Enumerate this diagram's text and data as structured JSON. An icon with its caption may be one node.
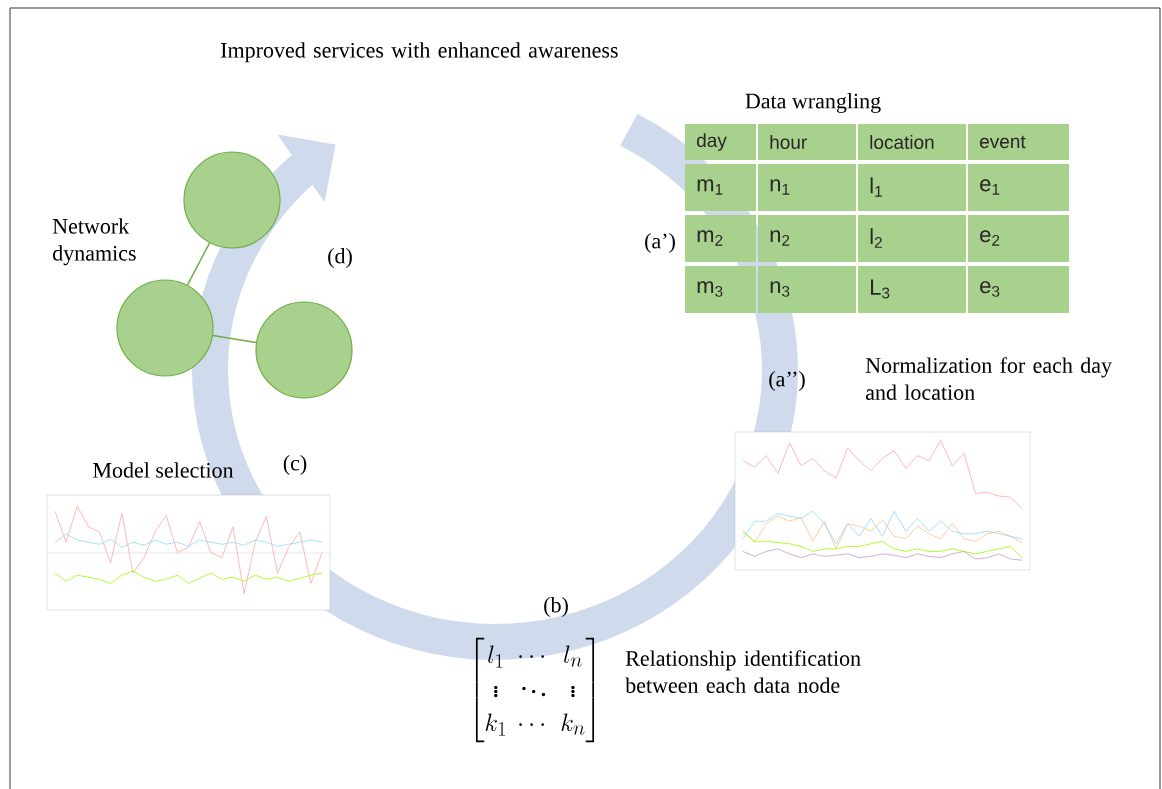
{
  "diagram": {
    "nodes": [
      {
        "text": [],
        "shape": "circle"
      },
      {
        "text": [],
        "shape": "circle"
      },
      {
        "text": [],
        "shape": "circle"
      }
    ],
    "edges": [
      {
        "from": 0,
        "to": 1,
        "arrow": "none"
      },
      {
        "from": 1,
        "to": 2,
        "arrow": "none"
      }
    ],
    "labels": [
      "Improved services with enhanced awareness",
      "Data wrangling",
      "(a’)",
      "day",
      "hour",
      "location",
      "event",
      "m$_{1}$",
      "n$_{1}$",
      "l$_{1}$",
      "e$_{1}$",
      "m$_{2}$",
      "n$_{2}$",
      "l$_{2}$",
      "e$_{2}$",
      "m$_{3}$",
      "n$_{3}$",
      "L$_{3}$",
      "e$_{3}$",
      "Network dynamics",
      "(d)",
      "(a’’)",
      "Normalization for each day and location",
      "Model selection",
      "(c)",
      "(b)",
      "\\begin{bmatrix} l_1 & \\cdots & l_n \\\\ \\vdots & \\ddots & \\vdots \\\\ k_1 & \\cdots & k_n \\end{bmatrix}",
      "Relationship identification between each data node"
    ]
  }
}
